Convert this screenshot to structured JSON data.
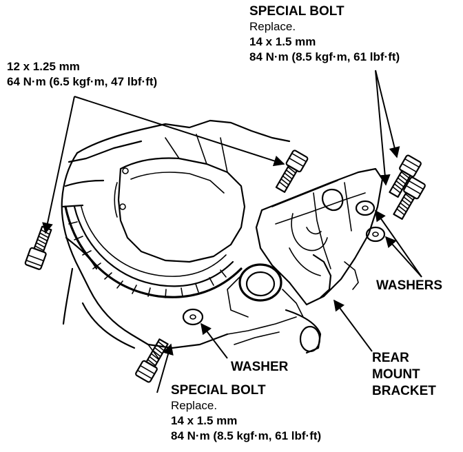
{
  "callouts": {
    "top_bolt": {
      "title": "SPECIAL BOLT",
      "note": "Replace.",
      "size": "14 x 1.5 mm",
      "torque": "84 N·m (8.5 kgf·m, 61 lbf·ft)"
    },
    "left_bolt": {
      "size": "12 x 1.25 mm",
      "torque": "64 N·m (6.5 kgf·m, 47 lbf·ft)"
    },
    "bottom_bolt": {
      "title": "SPECIAL BOLT",
      "note": "Replace.",
      "size": "14 x 1.5 mm",
      "torque": "84 N·m (8.5 kgf·m, 61 lbf·ft)"
    },
    "washers": {
      "label": "WASHERS"
    },
    "washer": {
      "label": "WASHER"
    },
    "bracket": {
      "line1": "REAR",
      "line2": "MOUNT",
      "line3": "BRACKET"
    }
  }
}
